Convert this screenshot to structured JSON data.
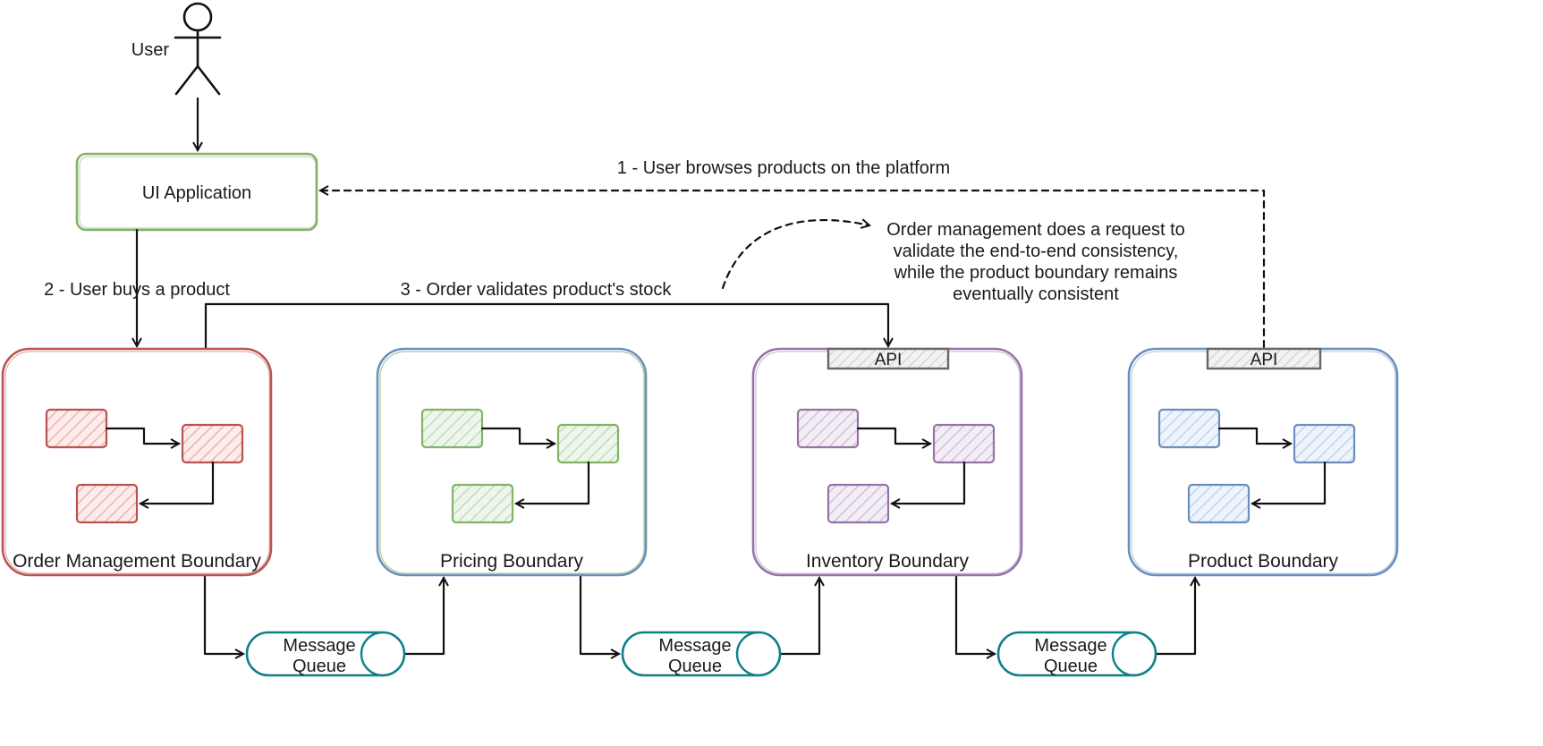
{
  "actor": {
    "label": "User"
  },
  "ui_app": {
    "label": "UI Application"
  },
  "edge_labels": {
    "browse": "1 - User browses products on the platform",
    "buy": "2 - User buys a product",
    "validate": "3 - Order validates product's stock"
  },
  "note": {
    "lines": [
      "Order management does a request to",
      "validate the end-to-end consistency,",
      "while the product boundary remains",
      "eventually consistent"
    ]
  },
  "boundaries": [
    {
      "title": "Order Management Boundary",
      "color": "#b85450",
      "fill": "#f8cecc"
    },
    {
      "title": "Pricing Boundary",
      "color": "#6c8ebf",
      "fill": "#d5e8d4",
      "inner_color": "#82b366"
    },
    {
      "title": "Inventory Boundary",
      "color": "#9673a6",
      "fill": "#e1d5e7",
      "api_label": "API"
    },
    {
      "title": "Product Boundary",
      "color": "#6c8ebf",
      "fill": "#dae8fc",
      "api_label": "API"
    }
  ],
  "queues": [
    {
      "line1": "Message",
      "line2": "Queue"
    },
    {
      "line1": "Message",
      "line2": "Queue"
    },
    {
      "line1": "Message",
      "line2": "Queue"
    }
  ],
  "colors": {
    "ui_border": "#82b366",
    "queue_border": "#0e8088",
    "api_border": "#666666",
    "api_fill": "#e6e6e6"
  }
}
